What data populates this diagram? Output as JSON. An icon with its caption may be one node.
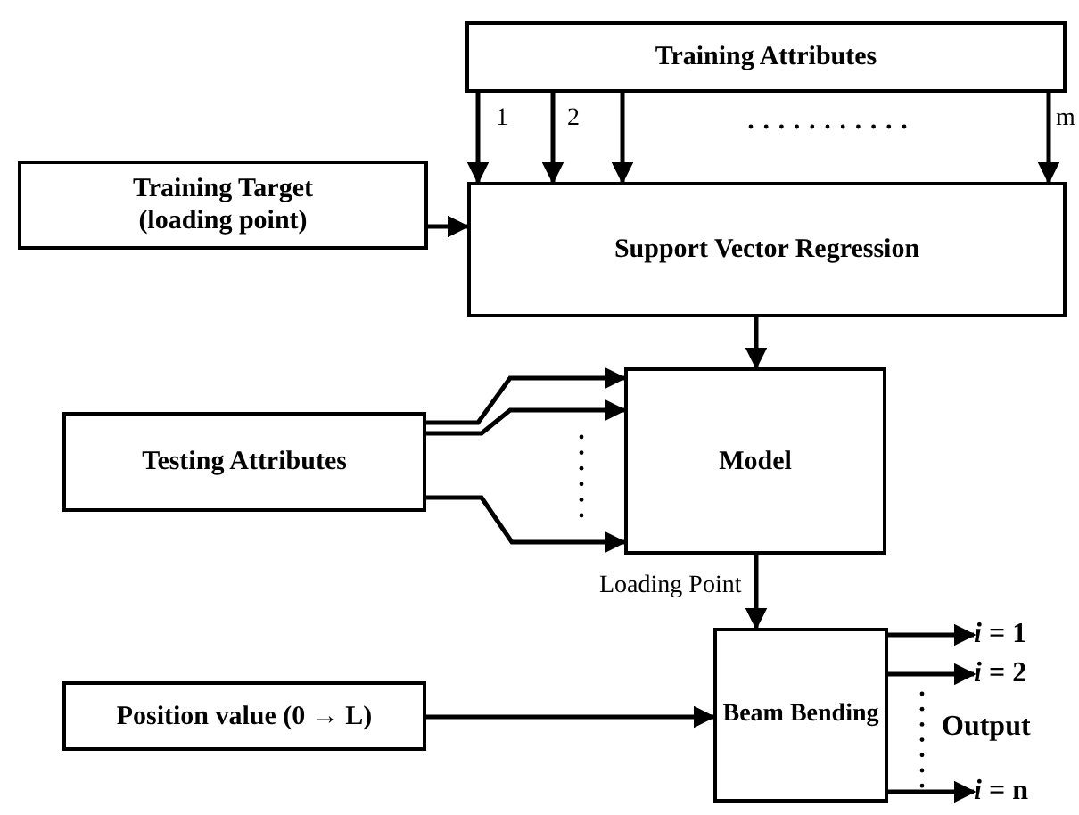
{
  "diagram": {
    "nodes": [
      {
        "text": [
          "Training Attributes"
        ]
      },
      {
        "text": [
          "Training Target (loading point)"
        ]
      },
      {
        "text": [
          "Support Vector Regression"
        ]
      },
      {
        "text": [
          "Testing Attributes"
        ]
      },
      {
        "text": [
          "Model"
        ]
      },
      {
        "text": [
          "Beam Bending"
        ]
      },
      {
        "text": [
          "Position value (0 → L)"
        ]
      },
      {
        "text": [
          "*i* = 1"
        ]
      },
      {
        "text": [
          "*i* = 2"
        ]
      },
      {
        "text": [
          "*i* = n"
        ]
      }
    ],
    "edges": [
      {
        "from": 0,
        "to": 2,
        "arrow": "to",
        "label": "1"
      },
      {
        "from": 0,
        "to": 2,
        "arrow": "to",
        "label": "2"
      },
      {
        "from": 0,
        "to": 2,
        "arrow": "to"
      },
      {
        "from": 0,
        "to": 2,
        "arrow": "to",
        "label": "m"
      },
      {
        "from": 1,
        "to": 2,
        "arrow": "to"
      },
      {
        "from": 2,
        "to": 4,
        "arrow": "to"
      },
      {
        "from": 3,
        "to": 4,
        "arrow": "to"
      },
      {
        "from": 3,
        "to": 4,
        "arrow": "to"
      },
      {
        "from": 3,
        "to": 4,
        "arrow": "to"
      },
      {
        "from": 4,
        "to": 5,
        "arrow": "to",
        "label": "Loading Point"
      },
      {
        "from": 6,
        "to": 5,
        "arrow": "to"
      },
      {
        "from": 5,
        "to": 7,
        "arrow": "to"
      },
      {
        "from": 5,
        "to": 8,
        "arrow": "to"
      },
      {
        "from": 5,
        "to": 9,
        "arrow": "to"
      }
    ],
    "labels": [
      "Output"
    ]
  }
}
